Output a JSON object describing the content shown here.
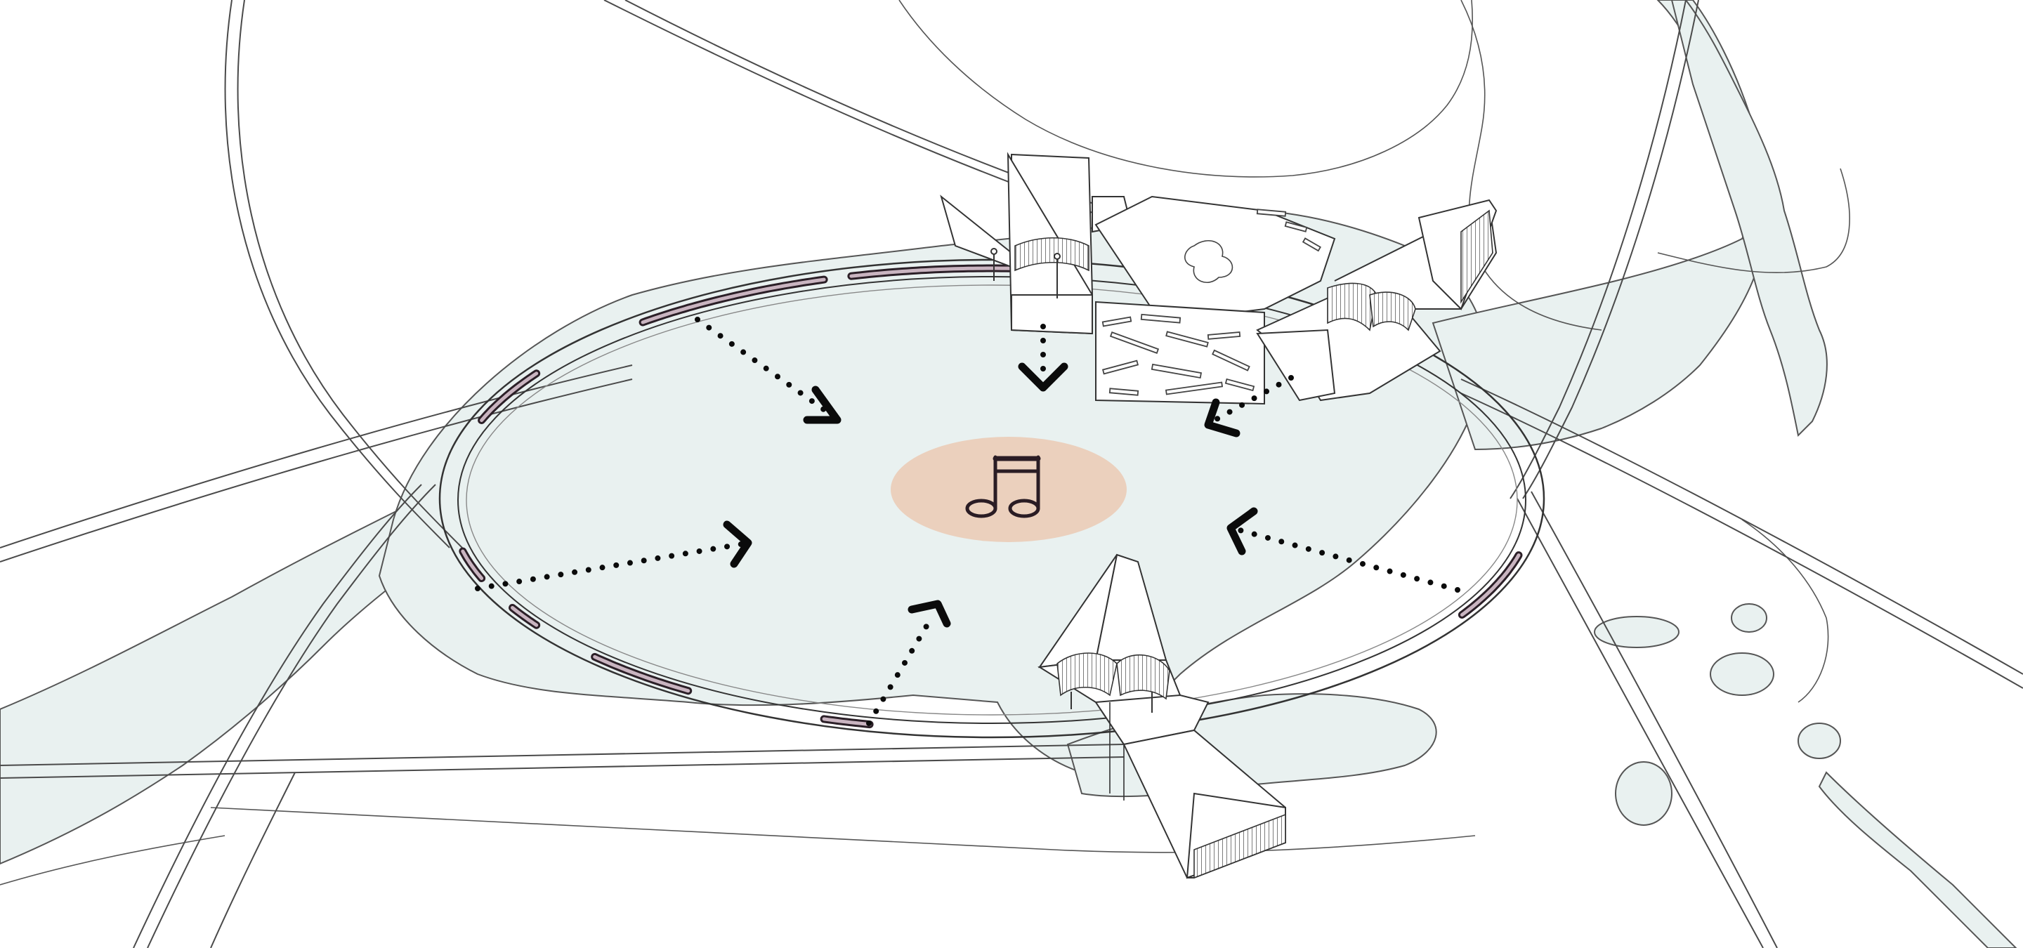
{
  "diagram": {
    "kind": "isometric-site-plan",
    "background_color": "#ffffff",
    "colors": {
      "water_fill": "#e9f1f0",
      "stage_fill": "#ebd0bd",
      "seat_segment": "#2b1f27",
      "arrow": "#0b0b0b",
      "line": "#4a4a4a"
    },
    "center": {
      "icon": "music-note-icon",
      "fill_color": "#ebd0bd"
    },
    "arrows": [
      {
        "from": "north-west",
        "to": "center"
      },
      {
        "from": "north",
        "to": "center"
      },
      {
        "from": "north-east",
        "to": "center"
      },
      {
        "from": "west",
        "to": "center"
      },
      {
        "from": "east",
        "to": "center"
      },
      {
        "from": "south",
        "to": "center"
      }
    ],
    "ring_seat_segments": 8,
    "buildings": [
      "tower-north",
      "pavilion-north-east",
      "tower-south"
    ]
  }
}
